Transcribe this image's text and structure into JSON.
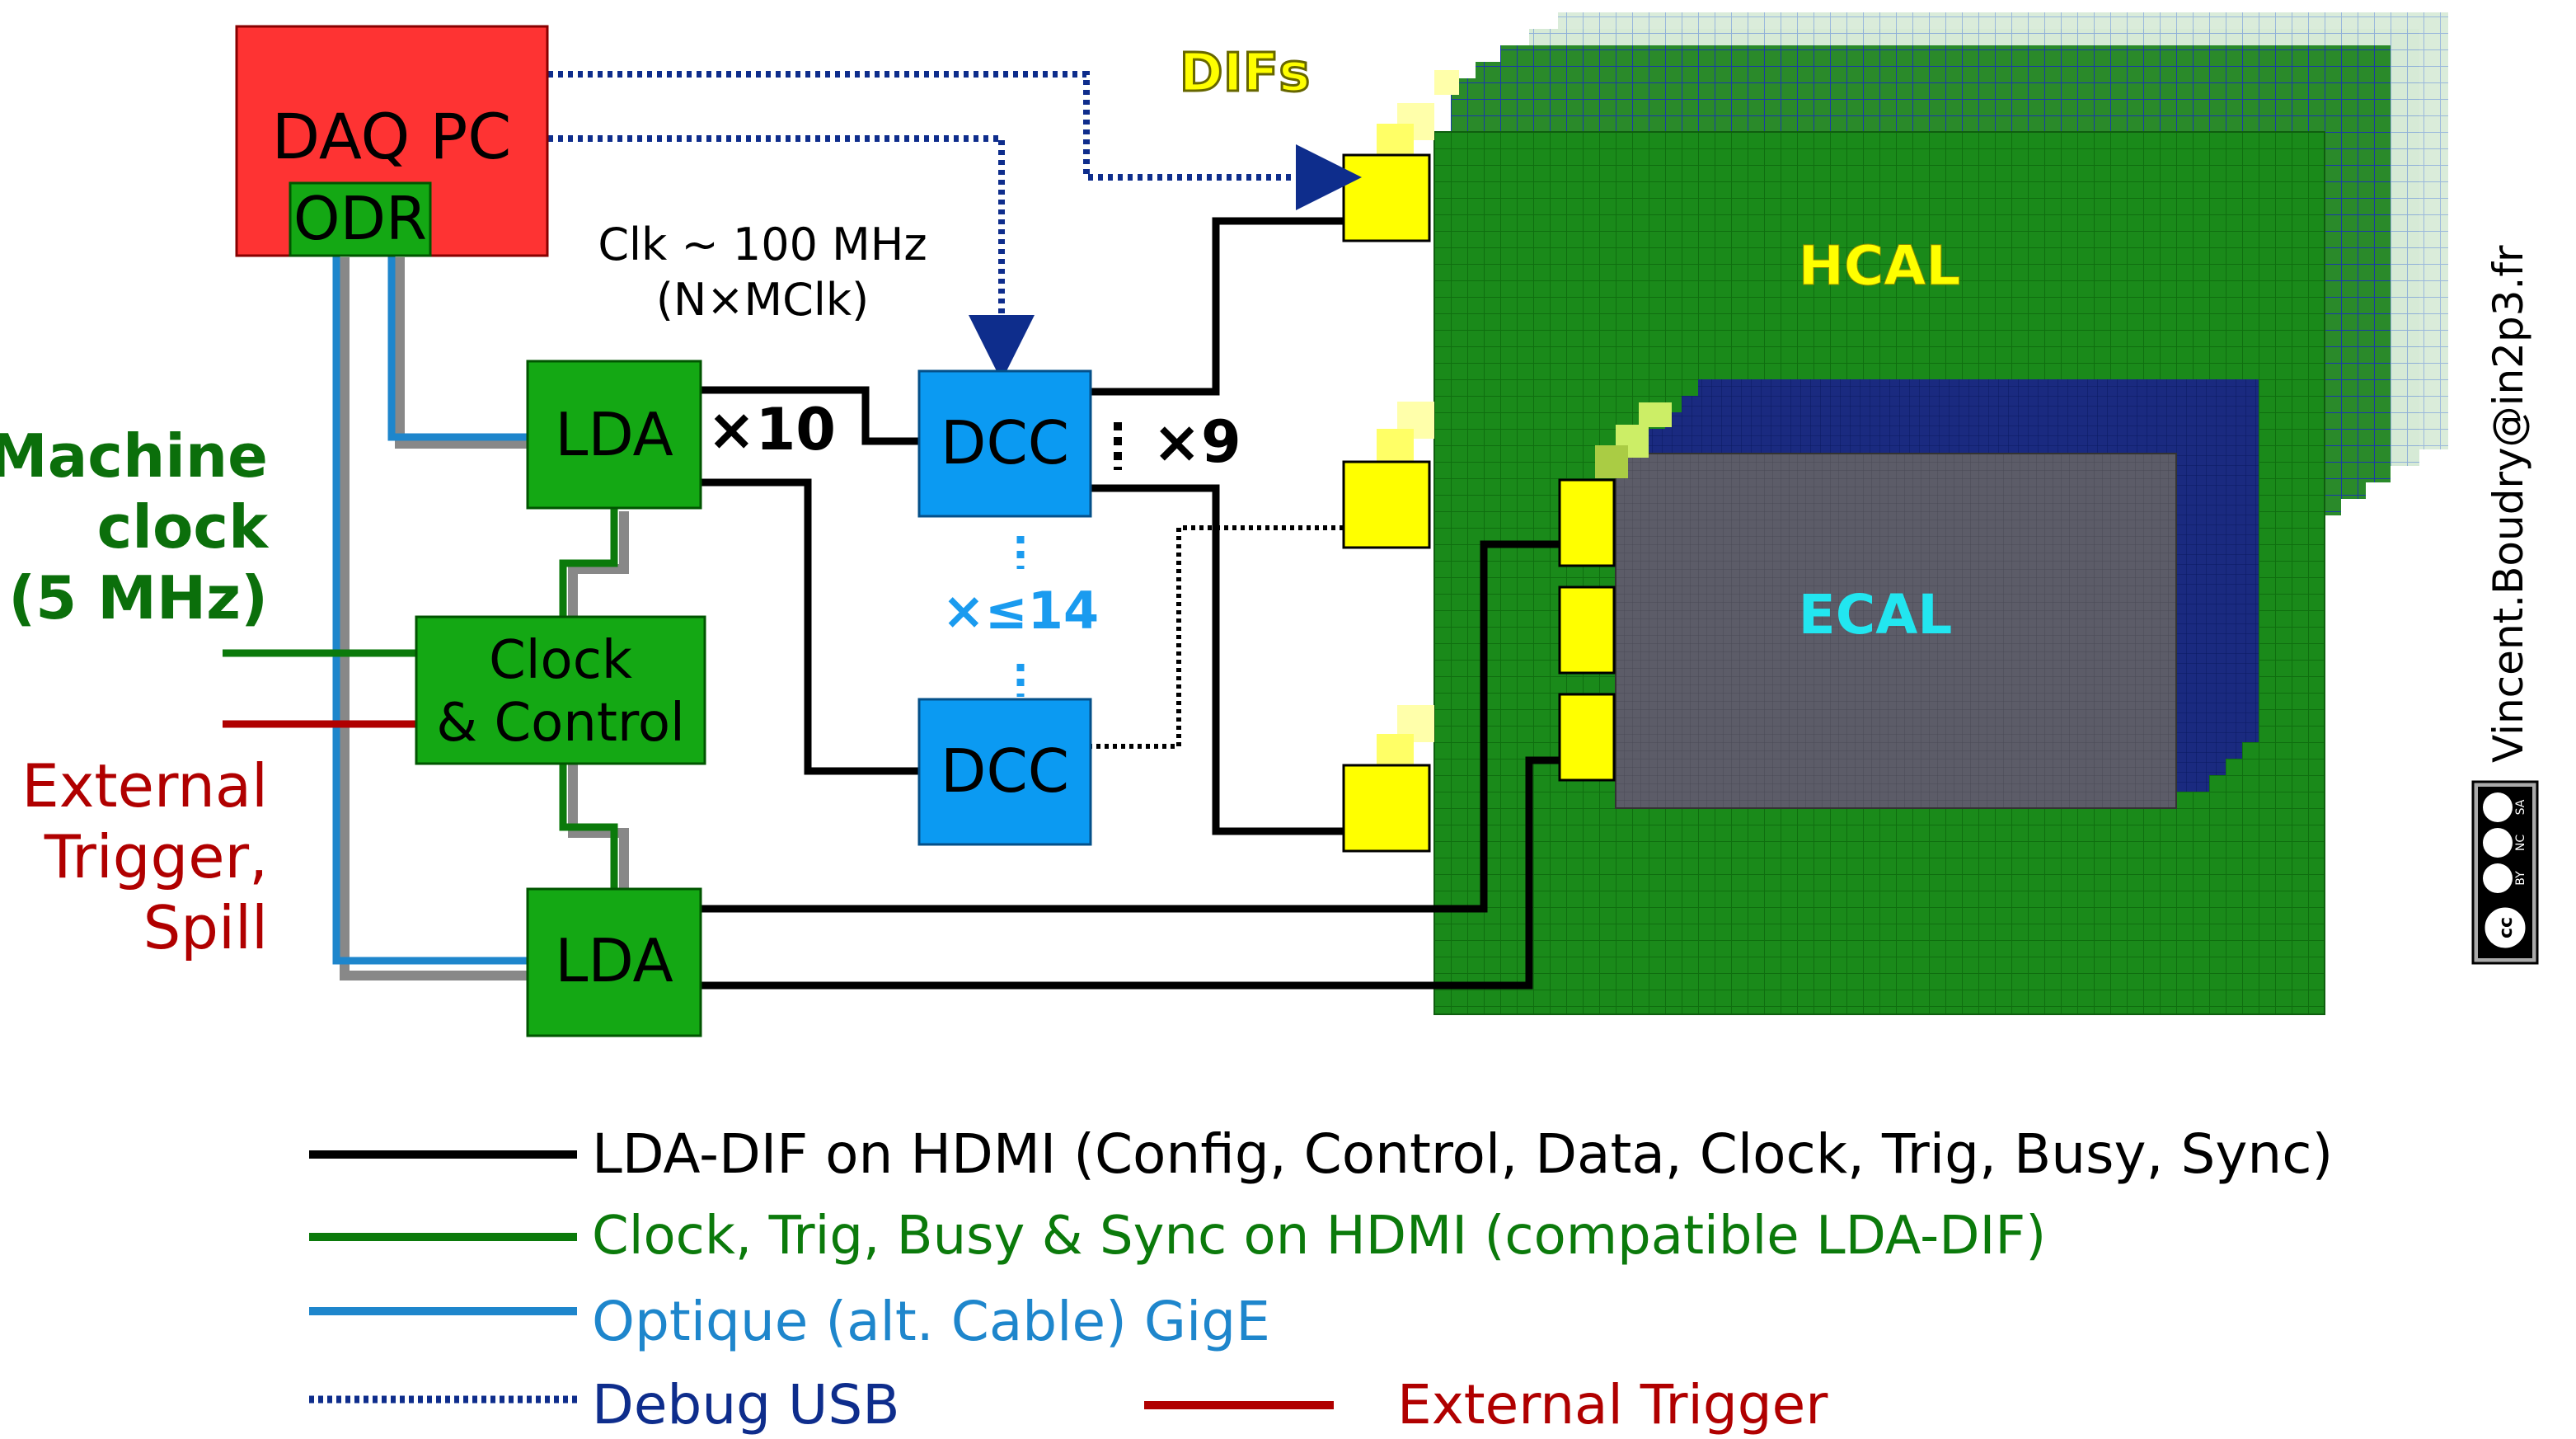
{
  "blocks": {
    "daq_pc": "DAQ PC",
    "odr": "ODR",
    "lda_top": "LDA",
    "lda_bottom": "LDA",
    "clock_control_1": "Clock",
    "clock_control_2": "& Control",
    "dcc_top": "DCC",
    "dcc_bottom": "DCC",
    "hcal": "HCAL",
    "ecal": "ECAL",
    "difs": "DIFs"
  },
  "annotations": {
    "clk_1": "Clk ~ 100 MHz",
    "clk_2": "(N×MClk)",
    "x10": "×10",
    "x9": "×9",
    "x14": "×≤14",
    "credit": "Vincent.Boudry@in2p3.fr",
    "license": [
      "cc",
      "BY",
      "NC",
      "SA"
    ]
  },
  "inputs": {
    "machine_clock": [
      "Machine",
      "clock",
      "(5 MHz)"
    ],
    "external_trigger": [
      "External",
      "Trigger,",
      "Spill"
    ]
  },
  "legend": [
    {
      "label": "LDA-DIF on HDMI (Config, Control, Data, Clock, Trig, Busy, Sync)",
      "color": "#000000",
      "style": "solid"
    },
    {
      "label": "Clock, Trig, Busy & Sync on HDMI (compatible LDA-DIF)",
      "color": "#0b7a0b",
      "style": "solid"
    },
    {
      "label": "Optique (alt. Cable) GigE",
      "color": "#1e86cc",
      "style": "solid"
    },
    {
      "label": "Debug USB",
      "color": "#0e2d8c",
      "style": "dotted"
    },
    {
      "label": "External Trigger",
      "color": "#b00000",
      "style": "solid"
    }
  ],
  "colors": {
    "daq_pc": "#fe3333",
    "lda_green": "#14a814",
    "dcc_blue": "#0b9af2",
    "hcal_green": "#1a8a1a",
    "ecal_gray": "#5c5c68",
    "dif_yellow": "#ffff00",
    "hcal_text": "#ffff00",
    "ecal_text": "#22e6f0",
    "x14_blue": "#1a9bef",
    "machine_green": "#0b6f0b",
    "trigger_red": "#b00000",
    "usb_navy": "#0e2d8c"
  }
}
